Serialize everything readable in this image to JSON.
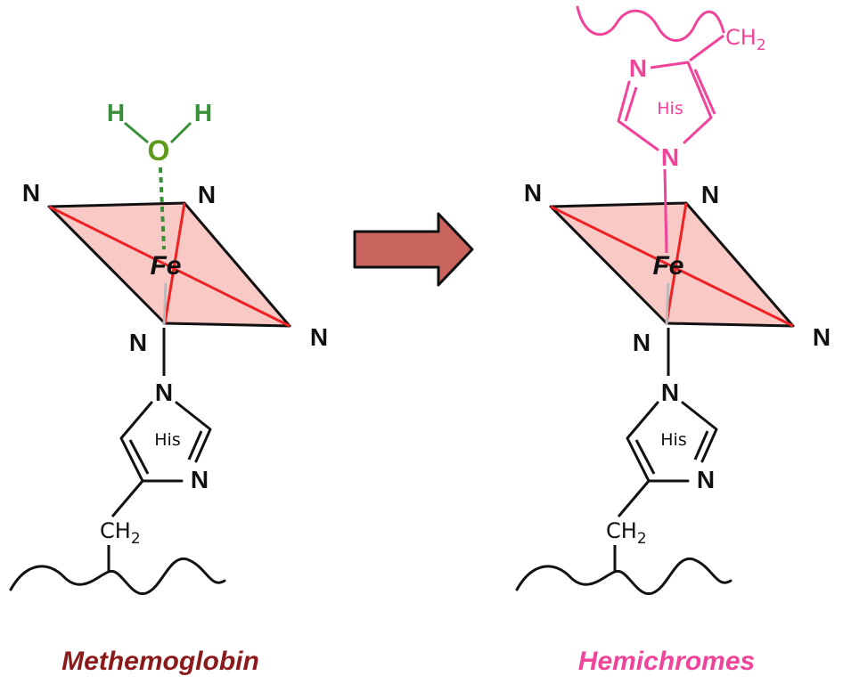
{
  "labels": {
    "nitrogen": "N",
    "iron": "Fe",
    "oxygen": "O",
    "hydrogen": "H",
    "histidine": "His",
    "methylene_c": "CH",
    "methylene_sub": "2"
  },
  "captions": {
    "left": "Methemoglobin",
    "right": "Hemichromes"
  },
  "colors": {
    "left_caption": "#8b1a1a",
    "right_caption": "#f0449a",
    "water": "#3a8f3a",
    "oxygen": "#5e9a1a",
    "plane_fill": "#f9c9c6",
    "plane_diagonal": "#ee2222",
    "distal_histidine": "#f0449a",
    "arrow_fill": "#c9645e",
    "bond": "#111111"
  },
  "icons": {
    "arrow": "right-arrow-icon"
  }
}
